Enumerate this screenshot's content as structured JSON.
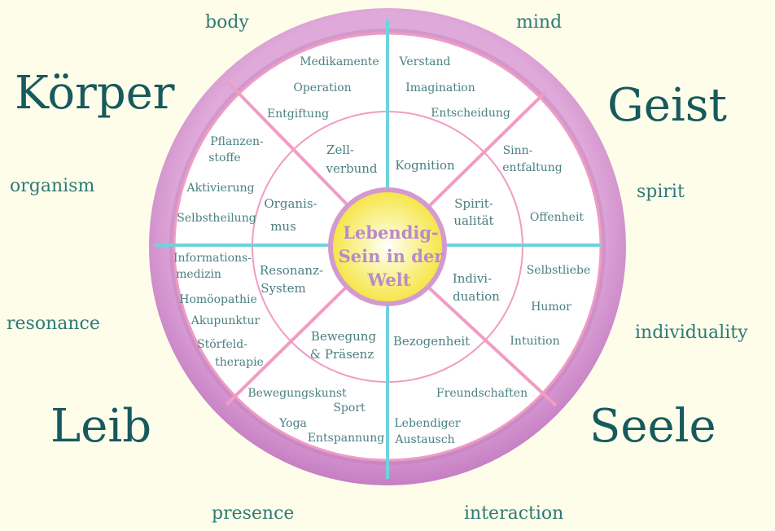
{
  "corners": {
    "koerper": "Körper",
    "geist": "Geist",
    "leib": "Leib",
    "seele": "Seele"
  },
  "english": {
    "body": "body",
    "mind": "mind",
    "organism": "organism",
    "spirit": "spirit",
    "resonance": "resonance",
    "individuality": "individuality",
    "presence": "presence",
    "interaction": "interaction"
  },
  "center": {
    "line1": "Lebendig-",
    "line2": "Sein in der",
    "line3": "Welt"
  },
  "middle_ring": {
    "zell1": "Zell-",
    "zell2": "verbund",
    "kognition": "Kognition",
    "organismus1": "Organis-",
    "organismus2": "mus",
    "spirit1": "Spirit-",
    "spirit2": "ualität",
    "resonanz1": "Resonanz-",
    "resonanz2": "System",
    "indiv1": "Indivi-",
    "indiv2": "duation",
    "bewegung1": "Bewegung",
    "bewegung2": "& Präsenz",
    "bezogenheit": "Bezogenheit"
  },
  "outer_ring": {
    "medikamente": "Medikamente",
    "operation": "Operation",
    "entgiftung": "Entgiftung",
    "verstand": "Verstand",
    "imagination": "Imagination",
    "entscheidung": "Entscheidung",
    "pflanzen1": "Pflanzen-",
    "pflanzen2": "stoffe",
    "aktivierung": "Aktivierung",
    "selbstheilung": "Selbstheilung",
    "sinn1": "Sinn-",
    "sinn2": "entfaltung",
    "offenheit": "Offenheit",
    "info1": "Informations-",
    "info2": "medizin",
    "homoeopathie": "Homöopathie",
    "akupunktur": "Akupunktur",
    "stoerfeld1": "Störfeld-",
    "stoerfeld2": "therapie",
    "selbstliebe": "Selbstliebe",
    "humor": "Humor",
    "intuition": "Intuition",
    "bewegungskunst": "Bewegungskunst",
    "sport": "Sport",
    "yoga": "Yoga",
    "entspannung": "Entspannung",
    "freundschaften": "Freundschaften",
    "lebendiger1": "Lebendiger",
    "lebendiger2": "Austausch"
  },
  "colors": {
    "background": "#fdfde9",
    "outer_ring": "#d59bd0",
    "pink_lines": "#f19cc4",
    "cyan_axes": "#6fd3dc",
    "center_yellow": "#f8ef6a",
    "text_teal": "#175a5e"
  }
}
